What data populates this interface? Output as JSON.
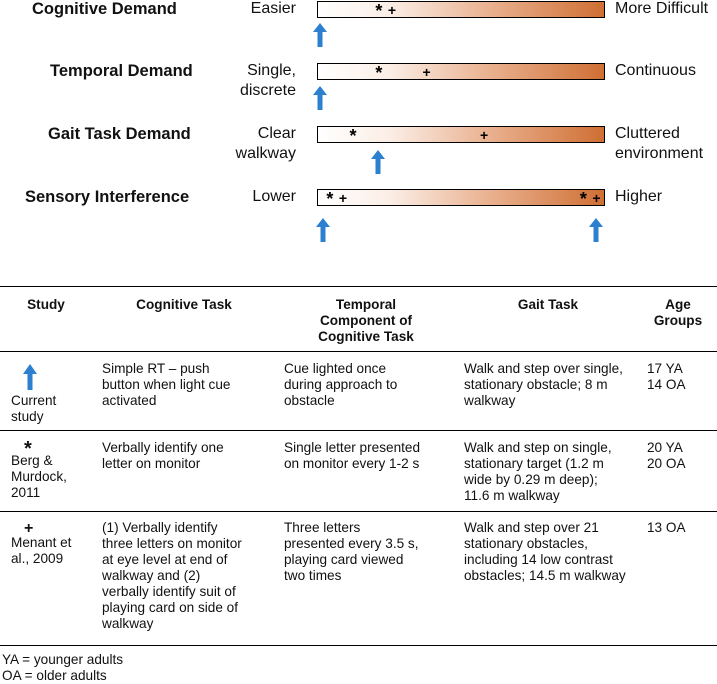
{
  "dimensions": [
    {
      "name": "Cognitive Demand",
      "low": "Easier",
      "high": "More Difficult"
    },
    {
      "name": "Temporal Demand",
      "low": "Single, discrete",
      "high": "Continuous"
    },
    {
      "name": "Gait Task Demand",
      "low": "Clear walkway",
      "high": "Cluttered environment"
    },
    {
      "name": "Sensory Interference",
      "low": "Lower",
      "high": "Higher"
    }
  ],
  "markers": {
    "cognitive": [
      {
        "symbol": "*",
        "position": 0.22
      },
      {
        "symbol": "+",
        "position": 0.26
      }
    ],
    "temporal": [
      {
        "symbol": "*",
        "position": 0.22
      },
      {
        "symbol": "+",
        "position": 0.38
      }
    ],
    "gait": [
      {
        "symbol": "*",
        "position": 0.13
      },
      {
        "symbol": "+",
        "position": 0.58
      }
    ],
    "sensory_low": [
      {
        "symbol": "*",
        "position": 0.05
      },
      {
        "symbol": "+",
        "position": 0.09
      }
    ],
    "sensory_high": [
      {
        "symbol": "*",
        "position": 0.93
      },
      {
        "symbol": "+",
        "position": 0.97
      }
    ],
    "arrows": {
      "cognitive": [
        0.0
      ],
      "temporal": [
        0.0
      ],
      "gait": [
        0.2
      ],
      "sensory": [
        0.01,
        0.96
      ]
    }
  },
  "table": {
    "headers": {
      "study": "Study",
      "cognitive_task": "Cognitive Task",
      "temporal_l1": "Temporal",
      "temporal_l2": "Component of",
      "temporal_l3": "Cognitive Task",
      "gait_task": "Gait Task",
      "age_l1": "Age",
      "age_l2": "Groups"
    },
    "rows": [
      {
        "symbol": "arrow",
        "study_l1": "Current",
        "study_l2": "study",
        "cog_l1": "Simple RT – push",
        "cog_l2": "button when light cue",
        "cog_l3": "activated",
        "temp_l1": "Cue lighted once",
        "temp_l2": "during approach to",
        "temp_l3": "obstacle",
        "gait_l1": "Walk and step over single,",
        "gait_l2": "stationary obstacle; 8 m",
        "gait_l3": "walkway",
        "age_l1": "17 YA",
        "age_l2": "14 OA"
      },
      {
        "symbol": "*",
        "study_l1": "Berg &",
        "study_l2": "Murdock,",
        "study_l3": "2011",
        "cog_l1": "Verbally identify one",
        "cog_l2": "letter on monitor",
        "temp_l1": "Single letter presented",
        "temp_l2": "on monitor every 1-2 s",
        "gait_l1": "Walk and step on single,",
        "gait_l2": "stationary target (1.2 m",
        "gait_l3": "wide by 0.29 m deep);",
        "gait_l4": "11.6 m walkway",
        "age_l1": "20 YA",
        "age_l2": "20 OA"
      },
      {
        "symbol": "+",
        "study_l1": "Menant et",
        "study_l2": "al., 2009",
        "cog_l1": "(1) Verbally identify",
        "cog_l2": "three letters on monitor",
        "cog_l3": "at eye level at end of",
        "cog_l4": "walkway and (2)",
        "cog_l5": "verbally identify suit of",
        "cog_l6": "playing card on side of",
        "cog_l7": "walkway",
        "temp_l1": "Three letters",
        "temp_l2": "presented every 3.5 s,",
        "temp_l3": "playing card viewed",
        "temp_l4": "two times",
        "gait_l1": "Walk and step over 21",
        "gait_l2": "stationary obstacles,",
        "gait_l3": "including 14 low contrast",
        "gait_l4": "obstacles; 14.5 m walkway",
        "age_l1": "13 OA"
      }
    ]
  },
  "footnotes": [
    "YA = younger adults",
    "OA = older adults"
  ],
  "colors": {
    "arrow": "#2d7fd0",
    "gradient_end": "#cf6f34"
  }
}
